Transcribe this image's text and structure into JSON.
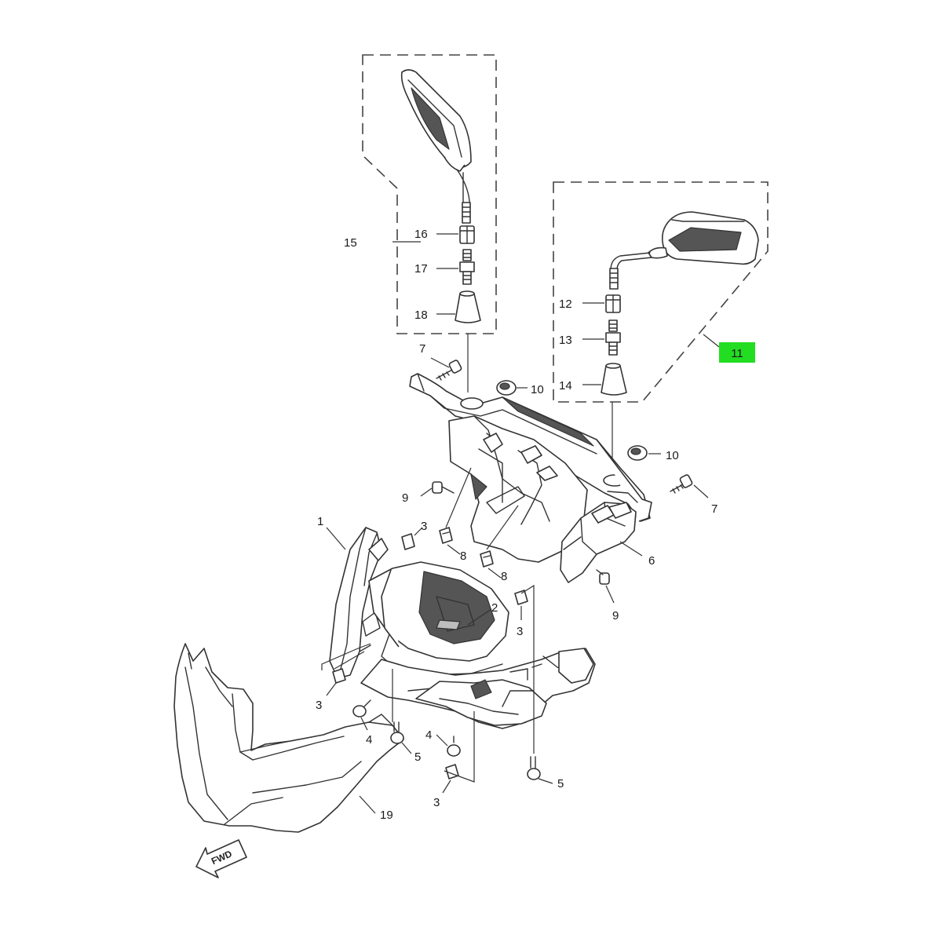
{
  "diagram": {
    "highlight_color": "#22dd22",
    "fwd_label": "FWD",
    "callouts": {
      "p1": "1",
      "p2": "2",
      "p3a": "3",
      "p3b": "3",
      "p3c": "3",
      "p3d": "3",
      "p4a": "4",
      "p4b": "4",
      "p5a": "5",
      "p5b": "5",
      "p6": "6",
      "p7a": "7",
      "p7b": "7",
      "p8a": "8",
      "p8b": "8",
      "p9a": "9",
      "p9b": "9",
      "p10a": "10",
      "p10b": "10",
      "p11": "11",
      "p12": "12",
      "p13": "13",
      "p14": "14",
      "p15": "15",
      "p16": "16",
      "p17": "17",
      "p18": "18",
      "p19": "19"
    }
  }
}
